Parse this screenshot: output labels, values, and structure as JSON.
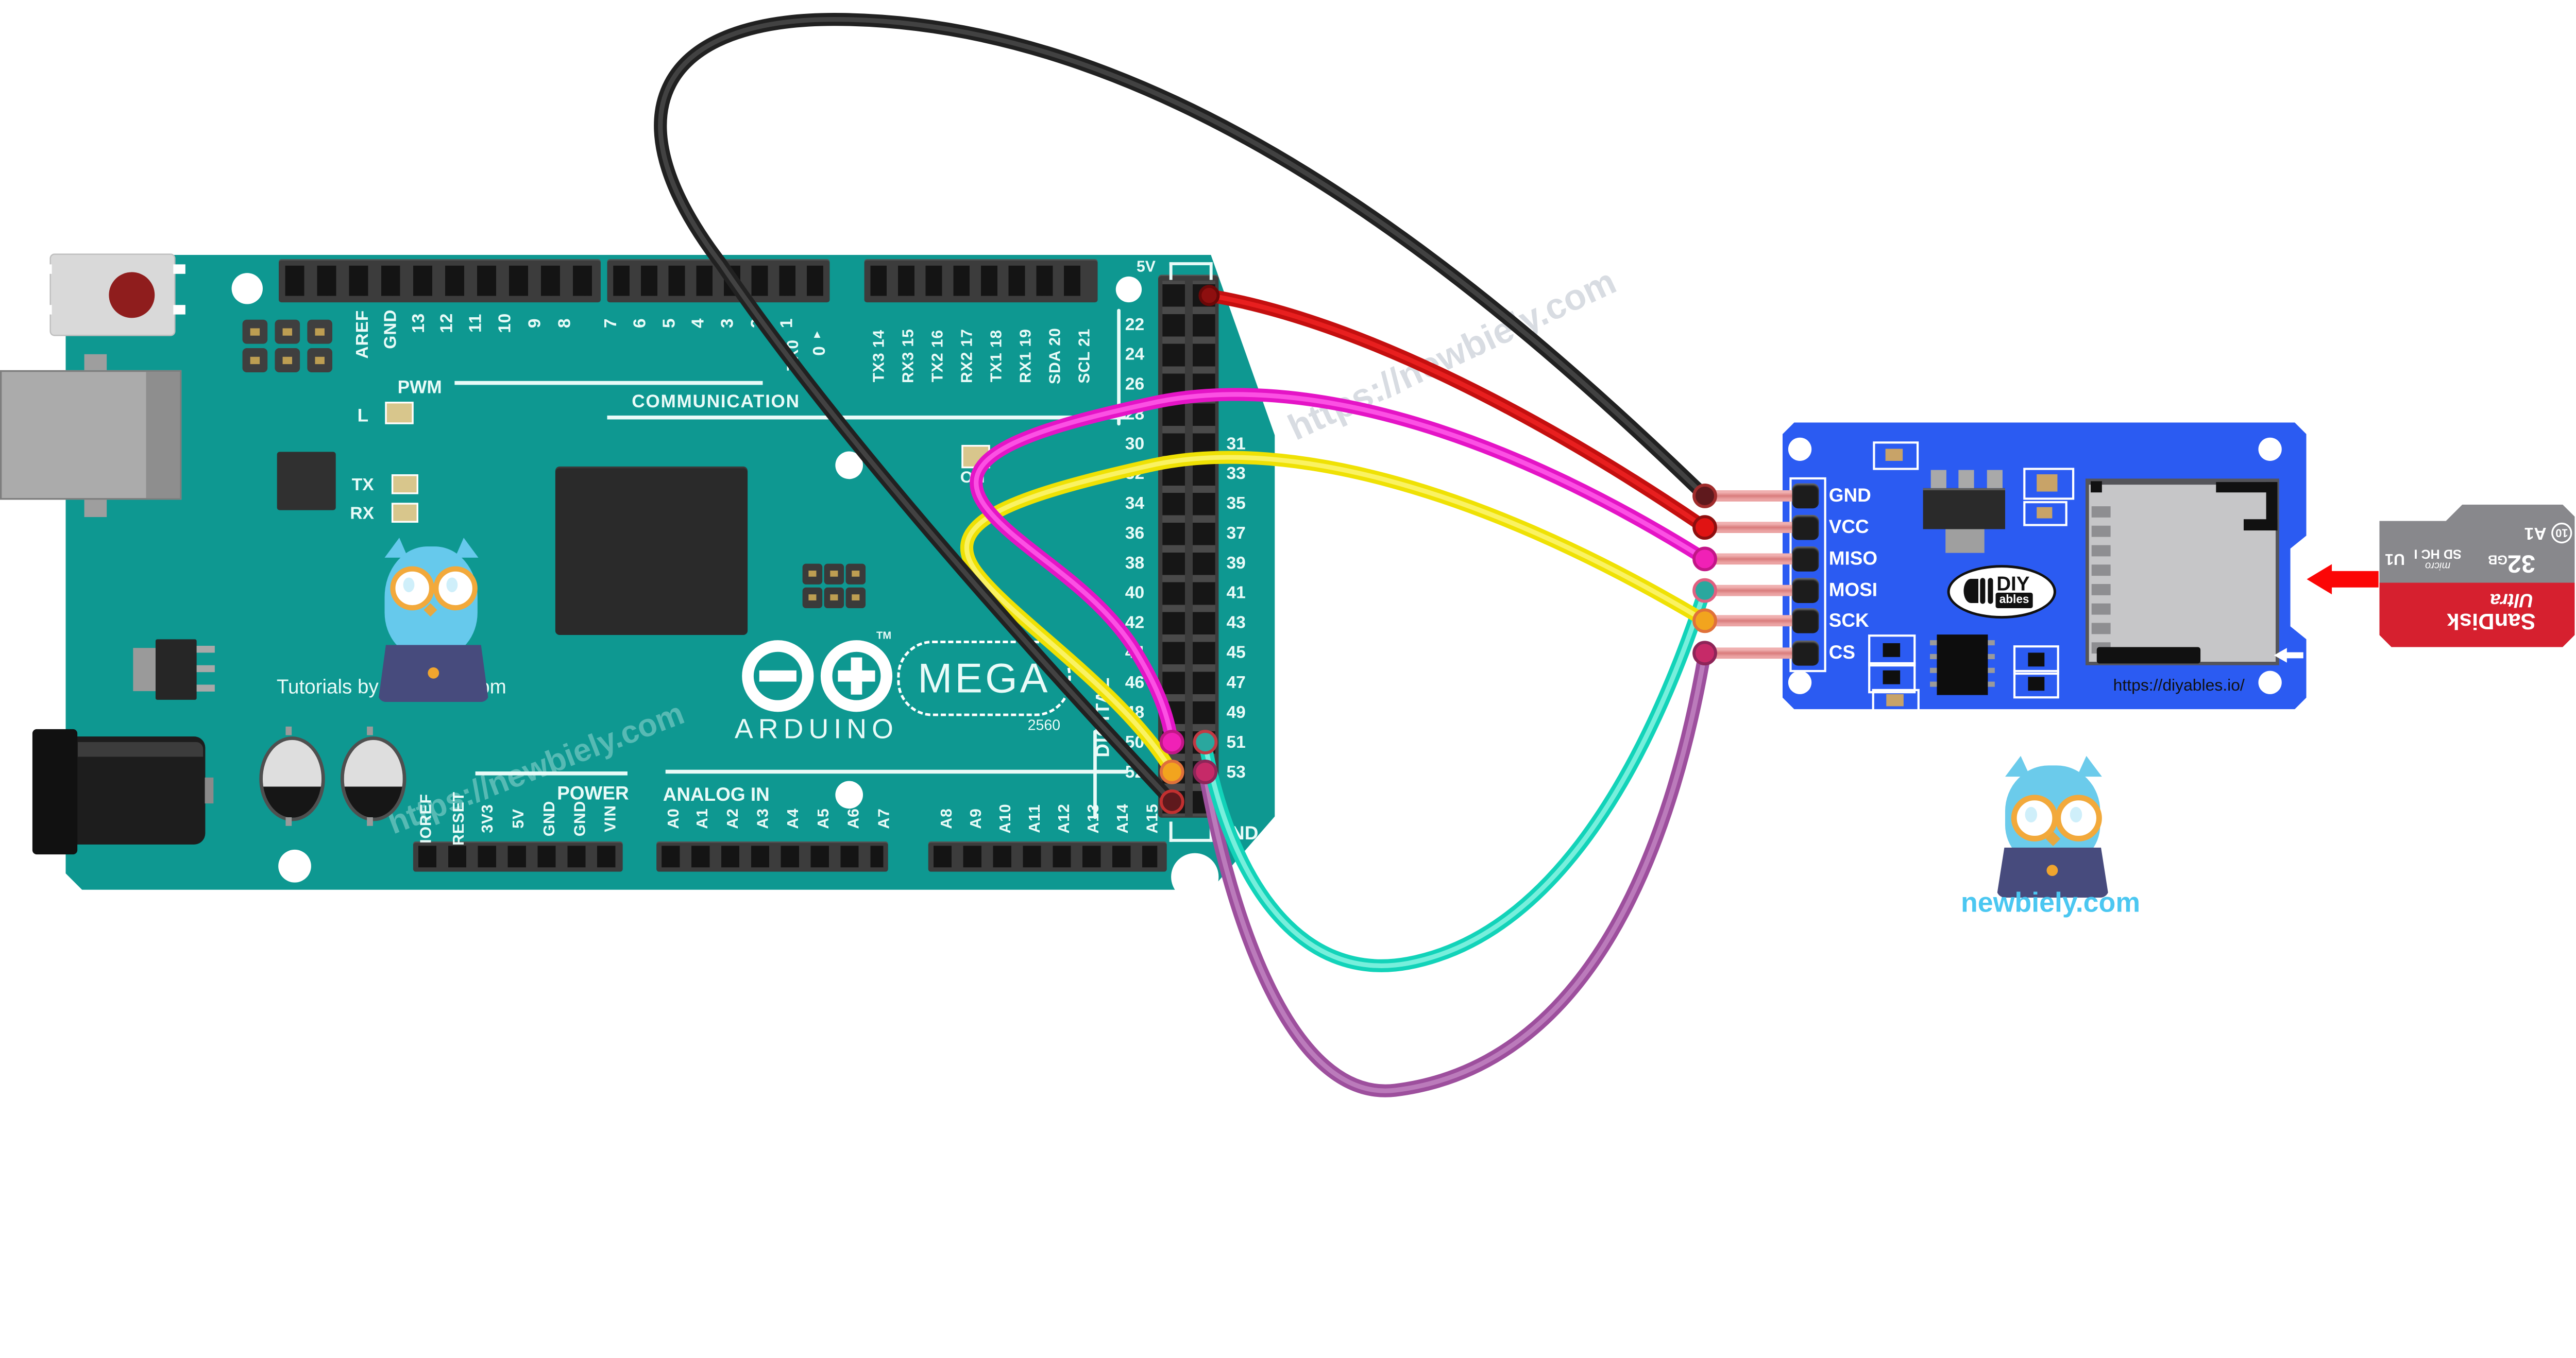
{
  "mega": {
    "brand": "ARDUINO",
    "model": "MEGA",
    "chip_number": "2560",
    "trademark": "TM",
    "tutorial_text": "Tutorials by Newbiely.com",
    "watermark": "https://newbiely.com",
    "sections": {
      "pwm": "PWM",
      "communication": "COMMUNICATION",
      "power": "POWER",
      "analog_in": "ANALOG IN",
      "digital": "DIGITAL"
    },
    "leds": {
      "l": "L",
      "tx": "TX",
      "rx": "RX",
      "on": "ON"
    },
    "label_5v": "5V",
    "label_gnd": "GND",
    "pin0_marker": "▲",
    "tx0_label": "TX0",
    "top_labels_a": [
      {
        "t": "AREF",
        "l": 688,
        "tp": 752
      },
      {
        "t": "GND",
        "l": 753,
        "tp": 740
      },
      {
        "t": "13",
        "l": 818,
        "tp": 726
      },
      {
        "t": "12",
        "l": 883,
        "tp": 726
      },
      {
        "t": "11",
        "l": 950,
        "tp": 726
      },
      {
        "t": "10",
        "l": 1018,
        "tp": 726
      },
      {
        "t": "9",
        "l": 1087,
        "tp": 726
      },
      {
        "t": "8",
        "l": 1156,
        "tp": 726
      }
    ],
    "top_labels_b": [
      {
        "t": "7",
        "l": 1263,
        "tp": 726
      },
      {
        "t": "6",
        "l": 1330,
        "tp": 726
      },
      {
        "t": "5",
        "l": 1398,
        "tp": 726
      },
      {
        "t": "4",
        "l": 1465,
        "tp": 726
      },
      {
        "t": "3",
        "l": 1533,
        "tp": 726
      },
      {
        "t": "2",
        "l": 1602,
        "tp": 726
      },
      {
        "t": "1",
        "l": 1670,
        "tp": 726
      },
      {
        "t": "0",
        "l": 1746,
        "tp": 790
      }
    ],
    "top_labels_comm": [
      {
        "t": "TX3 14",
        "l": 1883,
        "tp": 802
      },
      {
        "t": "RX3 15",
        "l": 1951,
        "tp": 802
      },
      {
        "t": "TX2 16",
        "l": 2019,
        "tp": 802
      },
      {
        "t": "RX2 17",
        "l": 2087,
        "tp": 802
      },
      {
        "t": "TX1 18",
        "l": 2155,
        "tp": 802
      },
      {
        "t": "RX1 19",
        "l": 2223,
        "tp": 802
      },
      {
        "t": "SDA 20",
        "l": 2291,
        "tp": 802
      },
      {
        "t": "SCL 21",
        "l": 2359,
        "tp": 802
      }
    ],
    "dh_left_labels": [
      {
        "t": "22",
        "l": 2560,
        "tp": 729
      },
      {
        "t": "24",
        "l": 2560,
        "tp": 798
      },
      {
        "t": "26",
        "l": 2560,
        "tp": 867
      },
      {
        "t": "28",
        "l": 2560,
        "tp": 936
      },
      {
        "t": "30",
        "l": 2560,
        "tp": 1005
      },
      {
        "t": "32",
        "l": 2560,
        "tp": 1074
      },
      {
        "t": "34",
        "l": 2560,
        "tp": 1143
      },
      {
        "t": "36",
        "l": 2560,
        "tp": 1212
      },
      {
        "t": "38",
        "l": 2560,
        "tp": 1281
      },
      {
        "t": "40",
        "l": 2560,
        "tp": 1350
      },
      {
        "t": "42",
        "l": 2560,
        "tp": 1419
      },
      {
        "t": "44",
        "l": 2560,
        "tp": 1488
      },
      {
        "t": "46",
        "l": 2560,
        "tp": 1558
      },
      {
        "t": "48",
        "l": 2560,
        "tp": 1627
      },
      {
        "t": "50",
        "l": 2560,
        "tp": 1696
      },
      {
        "t": "52",
        "l": 2560,
        "tp": 1765
      }
    ],
    "dh_right_labels": [
      {
        "t": "31",
        "l": 2838,
        "tp": 1005
      },
      {
        "t": "33",
        "l": 2838,
        "tp": 1074
      },
      {
        "t": "35",
        "l": 2838,
        "tp": 1143
      },
      {
        "t": "37",
        "l": 2838,
        "tp": 1212
      },
      {
        "t": "39",
        "l": 2838,
        "tp": 1281
      },
      {
        "t": "41",
        "l": 2838,
        "tp": 1350
      },
      {
        "t": "43",
        "l": 2838,
        "tp": 1419
      },
      {
        "t": "45",
        "l": 2838,
        "tp": 1488
      },
      {
        "t": "47",
        "l": 2838,
        "tp": 1558
      },
      {
        "t": "49",
        "l": 2838,
        "tp": 1627
      },
      {
        "t": "51",
        "l": 2838,
        "tp": 1696
      },
      {
        "t": "53",
        "l": 2838,
        "tp": 1765
      }
    ],
    "power_labels": [
      {
        "t": "IOREF",
        "l": 835,
        "tp": 1873
      },
      {
        "t": "RESET",
        "l": 911,
        "tp": 1873
      },
      {
        "t": "3V3",
        "l": 978,
        "tp": 1873
      },
      {
        "t": "5V",
        "l": 1049,
        "tp": 1873
      },
      {
        "t": "GND",
        "l": 1121,
        "tp": 1873
      },
      {
        "t": "GND",
        "l": 1192,
        "tp": 1873
      },
      {
        "t": "VIN",
        "l": 1262,
        "tp": 1873
      }
    ],
    "analog_labels_1": [
      {
        "t": "A0",
        "l": 1408,
        "tp": 1873
      },
      {
        "t": "A1",
        "l": 1475,
        "tp": 1873
      },
      {
        "t": "A2",
        "l": 1545,
        "tp": 1873
      },
      {
        "t": "A3",
        "l": 1615,
        "tp": 1873
      },
      {
        "t": "A4",
        "l": 1685,
        "tp": 1873
      },
      {
        "t": "A5",
        "l": 1755,
        "tp": 1873
      },
      {
        "t": "A6",
        "l": 1825,
        "tp": 1873
      },
      {
        "t": "A7",
        "l": 1895,
        "tp": 1873
      }
    ],
    "analog_labels_2": [
      {
        "t": "A8",
        "l": 2040,
        "tp": 1873
      },
      {
        "t": "A9",
        "l": 2108,
        "tp": 1873
      },
      {
        "t": "A10",
        "l": 2176,
        "tp": 1873
      },
      {
        "t": "A11",
        "l": 2244,
        "tp": 1873
      },
      {
        "t": "A12",
        "l": 2312,
        "tp": 1873
      },
      {
        "t": "A13",
        "l": 2380,
        "tp": 1873
      },
      {
        "t": "A14",
        "l": 2448,
        "tp": 1873
      },
      {
        "t": "A15",
        "l": 2516,
        "tp": 1873
      }
    ],
    "holes": [
      {
        "l": 536,
        "tp": 632,
        "w": 72
      },
      {
        "l": 1933,
        "tp": 1045,
        "w": 64
      },
      {
        "l": 2582,
        "tp": 640,
        "w": 60
      },
      {
        "l": 1933,
        "tp": 1808,
        "w": 64
      },
      {
        "l": 644,
        "tp": 1967,
        "w": 76
      },
      {
        "l": 2710,
        "tp": 1975,
        "w": 110
      }
    ],
    "icsp1": [
      {
        "l": 561,
        "tp": 740
      },
      {
        "l": 636,
        "tp": 740
      },
      {
        "l": 711,
        "tp": 740
      },
      {
        "l": 561,
        "tp": 806
      },
      {
        "l": 636,
        "tp": 806
      },
      {
        "l": 711,
        "tp": 806
      }
    ],
    "icsp2": [
      {
        "l": 1857,
        "tp": 1305
      },
      {
        "l": 1907,
        "tp": 1305
      },
      {
        "l": 1957,
        "tp": 1305
      },
      {
        "l": 1857,
        "tp": 1360
      },
      {
        "l": 1907,
        "tp": 1360
      },
      {
        "l": 1957,
        "tp": 1360
      }
    ]
  },
  "module": {
    "pin_labels": [
      {
        "t": "GND",
        "l": 4232,
        "tp": 1122
      },
      {
        "t": "VCC",
        "l": 4232,
        "tp": 1195
      },
      {
        "t": "MISO",
        "l": 4232,
        "tp": 1268
      },
      {
        "t": "MOSI",
        "l": 4232,
        "tp": 1341
      },
      {
        "t": "SCK",
        "l": 4232,
        "tp": 1412
      },
      {
        "t": "CS",
        "l": 4232,
        "tp": 1486
      }
    ],
    "pin_blocks": [
      {
        "tp": 1119
      },
      {
        "tp": 1192
      },
      {
        "tp": 1265
      },
      {
        "tp": 1338
      },
      {
        "tp": 1408
      },
      {
        "tp": 1483
      }
    ],
    "pin_bars": [
      {
        "tp": 1135
      },
      {
        "tp": 1208
      },
      {
        "tp": 1281
      },
      {
        "tp": 1354
      },
      {
        "tp": 1424
      },
      {
        "tp": 1499
      }
    ],
    "slot_fingers": [
      {
        "tp": 1172
      },
      {
        "tp": 1217
      },
      {
        "tp": 1262
      },
      {
        "tp": 1307
      },
      {
        "tp": 1352
      },
      {
        "tp": 1397
      },
      {
        "tp": 1442
      },
      {
        "tp": 1487
      }
    ],
    "holes": [
      {
        "l": 4138,
        "tp": 1013,
        "w": 54
      },
      {
        "l": 5226,
        "tp": 1013,
        "w": 54
      },
      {
        "l": 4138,
        "tp": 1553,
        "w": 54
      },
      {
        "l": 5226,
        "tp": 1553,
        "w": 54
      }
    ],
    "url": "https://diyables.io/",
    "logo": {
      "diy": "DIY",
      "ables": "ables"
    }
  },
  "sd_card": {
    "brand": "SanDisk",
    "series": "Ultra",
    "capacity": "32",
    "unit": "GB",
    "a1": "A1",
    "speed_class": "10",
    "uhs": "U1",
    "micro": "micro",
    "sdhc": "SD HC",
    "bus": "I"
  },
  "branding": {
    "site": "newbiely.com"
  },
  "connections": [
    {
      "signal": "GND",
      "wire_color": "black",
      "module_pin": "GND",
      "mega_pin": "GND"
    },
    {
      "signal": "VCC",
      "wire_color": "red",
      "module_pin": "VCC",
      "mega_pin": "5V"
    },
    {
      "signal": "MISO",
      "wire_color": "magenta",
      "module_pin": "MISO",
      "mega_pin": "50"
    },
    {
      "signal": "MOSI",
      "wire_color": "cyan",
      "module_pin": "MOSI",
      "mega_pin": "51"
    },
    {
      "signal": "SCK",
      "wire_color": "yellow",
      "module_pin": "SCK",
      "mega_pin": "52"
    },
    {
      "signal": "CS",
      "wire_color": "purple",
      "module_pin": "CS",
      "mega_pin": "53"
    }
  ],
  "wires": [
    {
      "name": "gnd-wire",
      "color": "#212121",
      "core": "#484848",
      "dot": "#5f191d",
      "ring": "#a02c2c"
    },
    {
      "name": "vcc-wire",
      "color": "#c40f0f",
      "core": "#ee2222",
      "dot": "#e01313",
      "ring": "#8e0f0f"
    },
    {
      "name": "miso-wire",
      "color": "#e414c6",
      "core": "#ff5ce8",
      "dot": "#f021b6",
      "ring": "#c21687"
    },
    {
      "name": "mosi-wire",
      "color": "#12d3b9",
      "core": "#8af3e2",
      "dot": "#2aa79e",
      "ring": "#e06080"
    },
    {
      "name": "sck-wire",
      "color": "#efe104",
      "core": "#fbf473",
      "dot": "#f2a41e",
      "ring": "#e0713a"
    },
    {
      "name": "cs-wire",
      "color": "#9d4f9d",
      "core": "#c183c1",
      "dot": "#c62a68",
      "ring": "#8d2558"
    }
  ]
}
